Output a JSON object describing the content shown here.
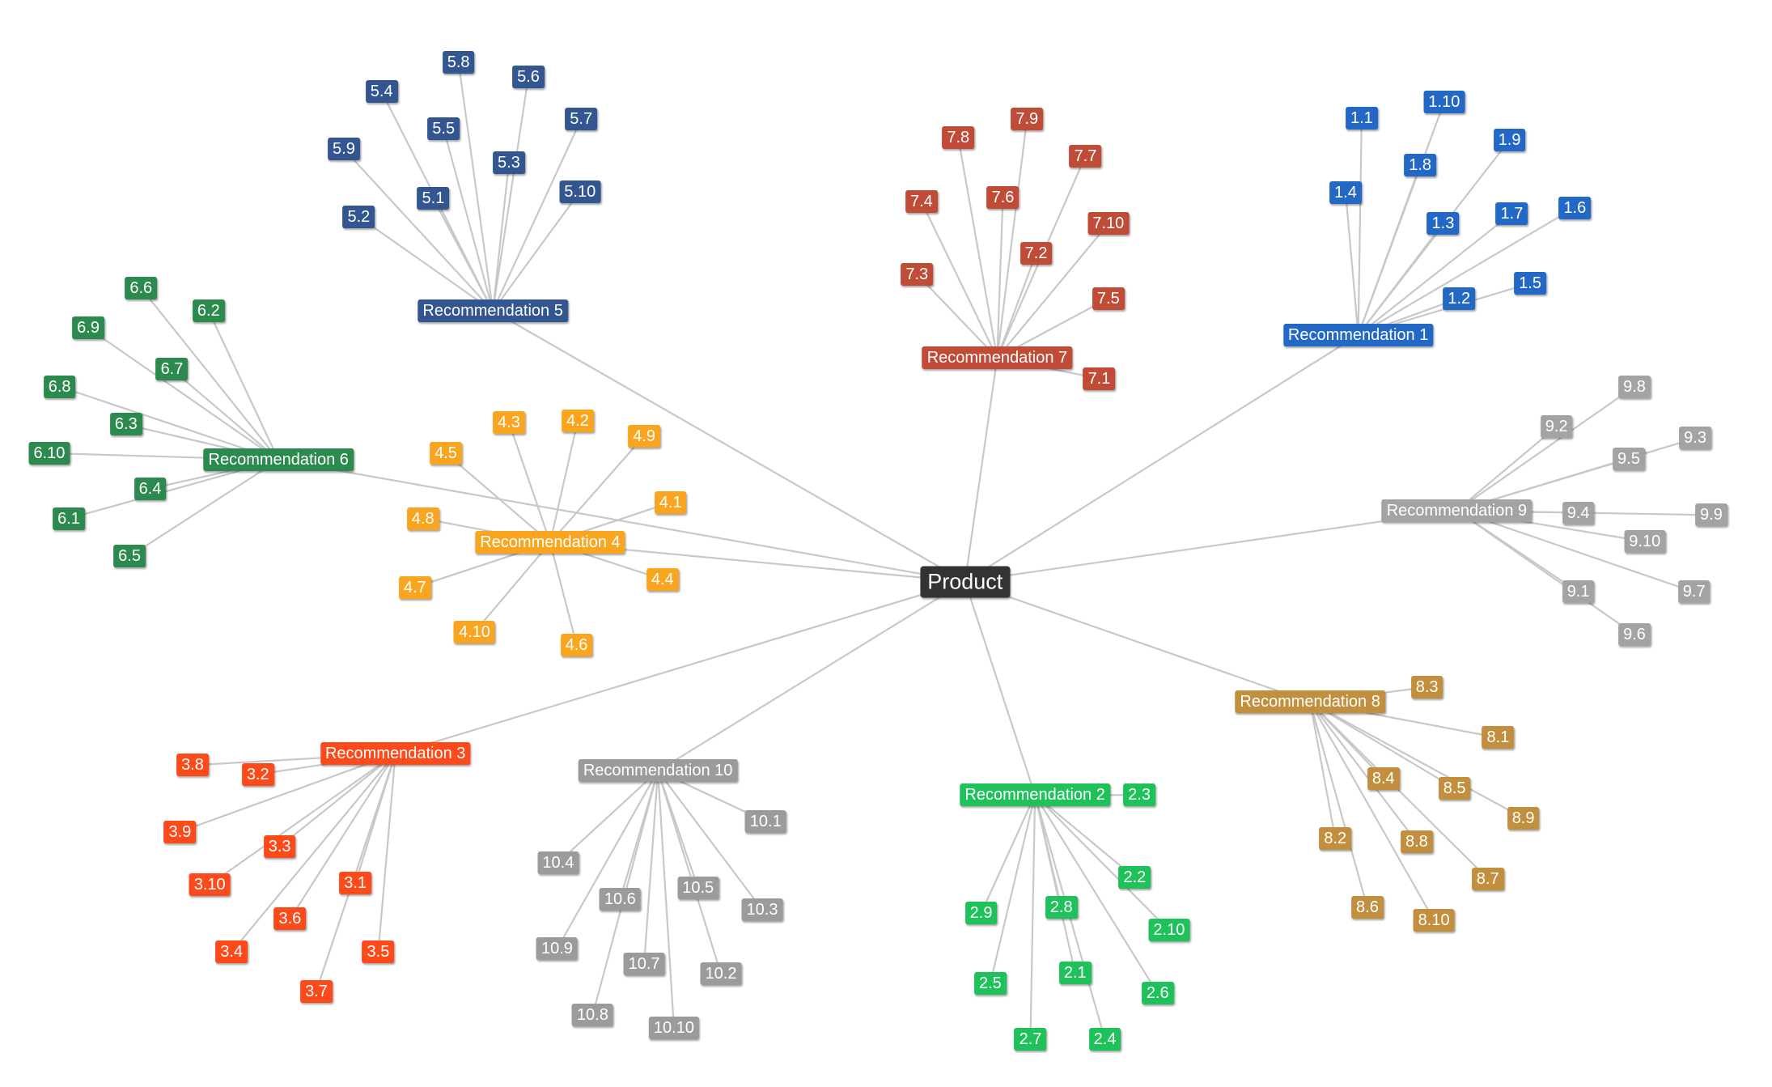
{
  "root": {
    "label": "Product",
    "color": "#333333"
  },
  "groups": [
    {
      "label": "Recommendation 1",
      "color": "#2368c4",
      "children": [
        "1.1",
        "1.2",
        "1.3",
        "1.4",
        "1.5",
        "1.6",
        "1.7",
        "1.8",
        "1.9",
        "1.10"
      ]
    },
    {
      "label": "Recommendation 2",
      "color": "#1fc15a",
      "children": [
        "2.1",
        "2.2",
        "2.3",
        "2.4",
        "2.5",
        "2.6",
        "2.7",
        "2.8",
        "2.9",
        "2.10"
      ]
    },
    {
      "label": "Recommendation 3",
      "color": "#fc4a1a",
      "children": [
        "3.1",
        "3.2",
        "3.3",
        "3.4",
        "3.5",
        "3.6",
        "3.7",
        "3.8",
        "3.9",
        "3.10"
      ]
    },
    {
      "label": "Recommendation 4",
      "color": "#f9a51f",
      "children": [
        "4.1",
        "4.2",
        "4.3",
        "4.4",
        "4.5",
        "4.6",
        "4.7",
        "4.8",
        "4.9",
        "4.10"
      ]
    },
    {
      "label": "Recommendation 5",
      "color": "#335590",
      "children": [
        "5.1",
        "5.2",
        "5.3",
        "5.4",
        "5.5",
        "5.6",
        "5.7",
        "5.8",
        "5.9",
        "5.10"
      ]
    },
    {
      "label": "Recommendation 6",
      "color": "#2d8a4e",
      "children": [
        "6.1",
        "6.2",
        "6.3",
        "6.4",
        "6.5",
        "6.6",
        "6.7",
        "6.8",
        "6.9",
        "6.10"
      ]
    },
    {
      "label": "Recommendation 7",
      "color": "#c04b37",
      "children": [
        "7.1",
        "7.2",
        "7.3",
        "7.4",
        "7.5",
        "7.6",
        "7.7",
        "7.8",
        "7.9",
        "7.10"
      ]
    },
    {
      "label": "Recommendation 8",
      "color": "#c28f3e",
      "children": [
        "8.1",
        "8.2",
        "8.3",
        "8.4",
        "8.5",
        "8.6",
        "8.7",
        "8.8",
        "8.9",
        "8.10"
      ]
    },
    {
      "label": "Recommendation 9",
      "color": "#a3a3a3",
      "children": [
        "9.1",
        "9.2",
        "9.3",
        "9.4",
        "9.5",
        "9.6",
        "9.7",
        "9.8",
        "9.9",
        "9.10"
      ]
    },
    {
      "label": "Recommendation 10",
      "color": "#9b9b9b",
      "children": [
        "10.1",
        "10.2",
        "10.3",
        "10.4",
        "10.5",
        "10.6",
        "10.7",
        "10.8",
        "10.9",
        "10.10"
      ]
    }
  ]
}
